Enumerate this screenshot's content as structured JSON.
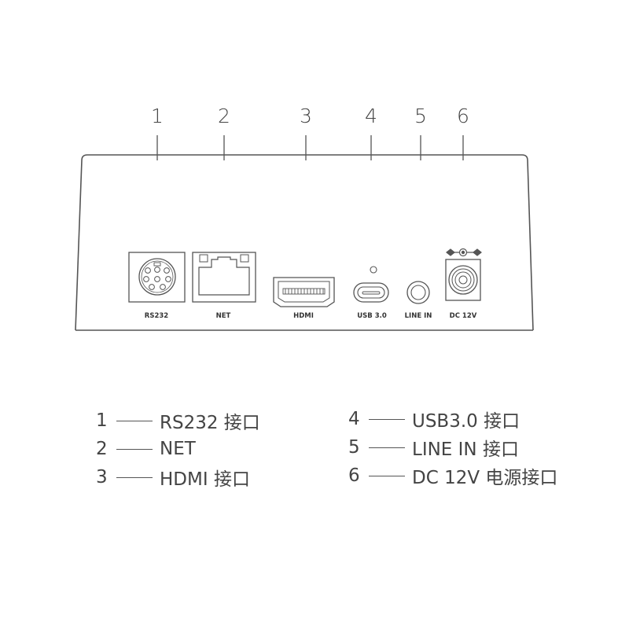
{
  "callouts": [
    "1",
    "2",
    "3",
    "4",
    "5",
    "6"
  ],
  "ports": {
    "rs232": "RS232",
    "net": "NET",
    "hdmi": "HDMI",
    "usb": "USB 3.0",
    "line_in": "LINE IN",
    "dc": "DC 12V"
  },
  "legend": [
    {
      "num": "1",
      "text": "RS232 接口"
    },
    {
      "num": "2",
      "text": "NET"
    },
    {
      "num": "3",
      "text": "HDMI 接口"
    },
    {
      "num": "4",
      "text": "USB3.0 接口"
    },
    {
      "num": "5",
      "text": "LINE IN 接口"
    },
    {
      "num": "6",
      "text": "DC 12V 电源接口"
    }
  ],
  "colors": {
    "stroke": "#555555",
    "text": "#444444",
    "fill": "#ffffff"
  }
}
